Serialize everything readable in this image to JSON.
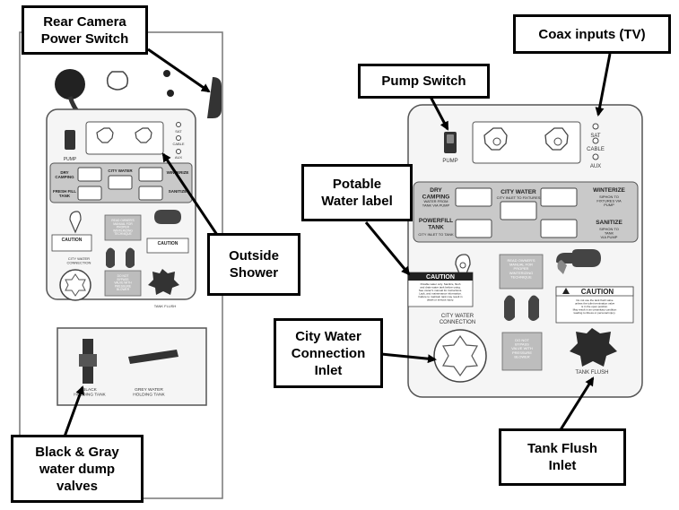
{
  "colors": {
    "line": "#000000",
    "panel_border": "#555555",
    "panel_fill": "#f5f5f5",
    "tinted_fill": "#c9c9c9",
    "dark_fill": "#333333"
  },
  "callouts": {
    "rear_camera": "Rear Camera\nPower Switch",
    "coax_inputs": "Coax inputs (TV)",
    "pump_switch": "Pump Switch",
    "potable_water": "Potable\nWater label",
    "outside_shower": "Outside\nShower",
    "city_water_inlet": "City Water\nConnection\nInlet",
    "dump_valves": "Black & Gray\nwater dump\nvalves",
    "tank_flush": "Tank Flush\nInlet"
  },
  "left_panel": {
    "pump_label": "PUMP",
    "sat": "SAT",
    "cable": "CABLE",
    "aux": "AUX",
    "dry_camping": "DRY\nCAMPING",
    "city_water": "CITY WATER",
    "winterize": "WINTERIZE",
    "fresh_fill": "FRESH FILL\nTANK",
    "sanitize": "SANITIZE",
    "caution": "CAUTION",
    "city_water_connection": "CITY WATER\nCONNECTION",
    "read_manual": "READ OWNER'S\nMANUAL FOR\nPROPER\nWINTERIZING\nTECHNIQUE",
    "do_not_bypass": "DO NOT\nBYPASS\nVALVE WITH\nPRESSURE\nBLOWER",
    "tank_flush": "TANK FLUSH",
    "black_tank": "BLACK\nHOLDING TANK",
    "grey_tank": "GREY WATER\nHOLDING TANK"
  },
  "right_panel": {
    "pump_label": "PUMP",
    "sat": "SAT",
    "cable": "CABLE",
    "aux": "AUX",
    "dry_camping": "DRY\nCAMPING",
    "dry_camping_sub": "WATER FROM\nTANK VIA PUMP",
    "city_water": "CITY WATER",
    "city_water_sub": "CITY INLET TO FIXTURES",
    "winterize": "WINTERIZE",
    "winterize_sub": "SIPHON TO\nFIXTURES VIA\nPUMP",
    "power_fill": "POWERFILL\nTANK",
    "power_fill_sub": "CITY INLET TO TANK",
    "sanitize": "SANITIZE",
    "sanitize_sub": "SIPHON TO\nTANK\nVIA PUMP",
    "caution_left": "CAUTION",
    "caution_left_body": "Potable water only. Sanitize, flush\nand drain water tank before using.\nSee owner's manual for instructions.\nLack, and maintenance information.\nFailure to maintain tank may result in\ndeath or serious injury.",
    "city_water_connection": "CITY WATER\nCONNECTION",
    "read_manual": "READ OWNER'S\nMANUAL FOR\nPROPER\nWINTERIZING\nTECHNIQUE",
    "do_not_bypass": "DO NOT\nBYPASS\nVALVE WITH\nPRESSURE\nBLOWER",
    "caution_right": "CAUTION",
    "caution_right_body": "Do not use the tank flush valve\nunless the toilet termination valve\nis in the open position.\nMay result in an unsanitary condition\nleading to illness or personal injury.",
    "tank_flush": "TANK FLUSH"
  }
}
